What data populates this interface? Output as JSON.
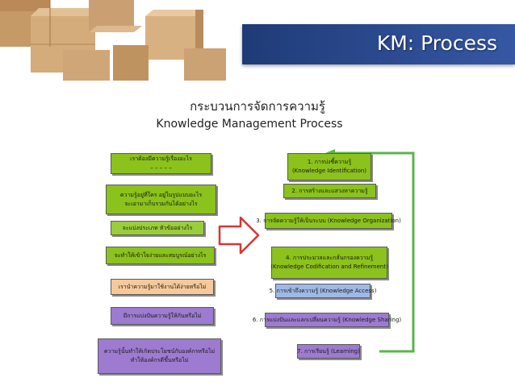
{
  "colors": {
    "title_bar": "#2a4a93",
    "lime": "#8bc21b",
    "orange": "#f6c99a",
    "purple": "#9c7bd0",
    "blue": "#9fb8e7",
    "loop_line": "#57b648"
  },
  "slide": {
    "title": "KM: Process",
    "subtitle_th": "กระบวนการจัดการความรู้",
    "subtitle_en": "Knowledge Management Process"
  },
  "left_questions": [
    {
      "line1": "เราต้องมีความรู้เรื่องอะไร",
      "line2": "–  –  –  –  –"
    },
    {
      "line1": "ความรู้อยู่ที่ใคร อยู่ในรูปแบบอะไร",
      "line2": "จะเอามาเก็บรวมกันได้อย่างไร"
    },
    {
      "line1": "จะแบ่งประเภท หัวข้ออย่างไร",
      "line2": ""
    },
    {
      "line1": "จะทำให้เข้าใจง่ายและสมบูรณ์อย่างไร",
      "line2": ""
    },
    {
      "line1": "เรานำความรู้มาใช้งานได้ง่ายหรือไม่",
      "line2": ""
    },
    {
      "line1": "มีการแบ่งปันความรู้ให้กันหรือไม่",
      "line2": ""
    },
    {
      "line1": "ความรู้นั้นทำให้เกิดประโยชน์กับองค์กรหรือไม่",
      "line2": "ทำให้องค์กรดีขึ้นหรือไม่"
    }
  ],
  "right_steps": [
    {
      "line1": "1. การบ่งชี้ความรู้",
      "line2": "(Knowledge Identification)"
    },
    {
      "line1": "2. การสร้างและแสวงหาความรู้",
      "line2": ""
    },
    {
      "line1": "3. การจัดความรู้ให้เป็นระบบ (Knowledge Organization)",
      "line2": ""
    },
    {
      "line1": "4. การประมวลและกลั่นกรองความรู้",
      "line2": "(Knowledge Codification and Refinement)"
    },
    {
      "line1": "5. การเข้าถึงความรู้ (Knowledge Access)",
      "line2": ""
    },
    {
      "line1": "6. การแบ่งปันและแลกเปลี่ยนความรู้ (Knowledge Sharing)",
      "line2": ""
    },
    {
      "line1": "7. การเรียนรู้ (Learning)",
      "line2": ""
    }
  ],
  "icons": {
    "decor": "stacked-boxes-icon",
    "flow": "right-arrow-icon",
    "cycle": "loop-back-arrow-icon"
  }
}
